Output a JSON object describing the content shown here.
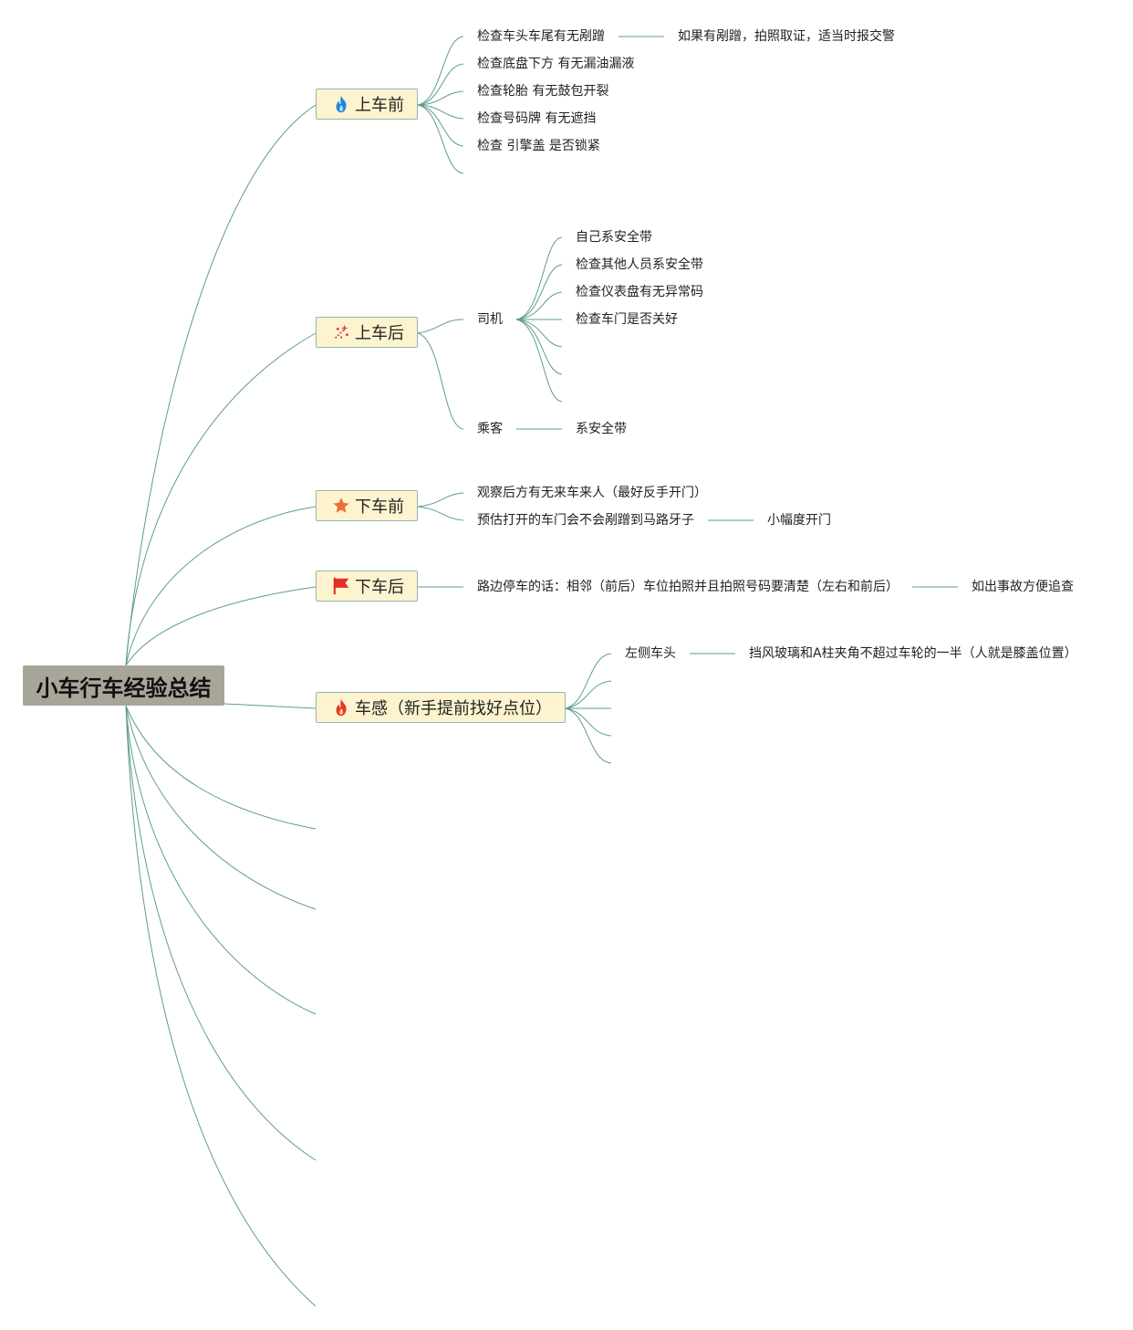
{
  "root": {
    "label": "小车行车经验总结"
  },
  "branches": {
    "before_boarding": {
      "label": "上车前",
      "icon": "blue-flame-icon",
      "items": [
        "检查车头车尾有无剐蹭",
        "检查底盘下方 有无漏油漏液",
        "检查轮胎 有无鼓包开裂",
        "检查号码牌 有无遮挡",
        "检查 引擎盖 是否锁紧"
      ],
      "item0_note": "如果有剐蹭，拍照取证，适当时报交警"
    },
    "after_boarding": {
      "label": "上车后",
      "icon": "sparkle-icon",
      "driver": {
        "label": "司机",
        "items": [
          "自己系安全带",
          "检查其他人员系安全带",
          "检查仪表盘有无异常码",
          "检查车门是否关好"
        ]
      },
      "passenger": {
        "label": "乘客",
        "item": "系安全带"
      }
    },
    "before_exit": {
      "label": "下车前",
      "icon": "star-icon",
      "items": [
        "观察后方有无来车来人（最好反手开门）",
        "预估打开的车门会不会剐蹭到马路牙子"
      ],
      "item1_note": "小幅度开门"
    },
    "after_exit": {
      "label": "下车后",
      "icon": "red-flag-icon",
      "item": "路边停车的话：相邻（前后）车位拍照并且拍照号码要清楚（左右和前后）",
      "item_note": "如出事故方便追查"
    },
    "car_sense": {
      "label": "车感（新手提前找好点位）",
      "icon": "red-flame-icon",
      "left_head": {
        "label": "左侧车头",
        "note": "挡风玻璃和A柱夹角不超过车轮的一半（人就是膝盖位置）"
      }
    }
  },
  "colors": {
    "connector": "#5f9e88",
    "root_fill": "#a8a699",
    "branch_fill": "#fdf4cf",
    "branch_border": "#8fb8a8"
  }
}
